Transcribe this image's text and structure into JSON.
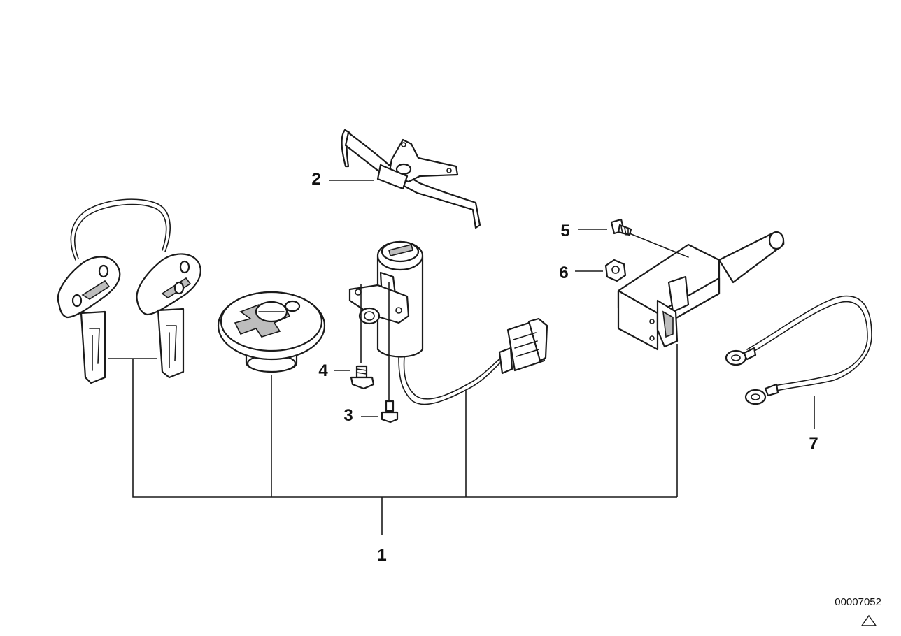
{
  "callouts": {
    "c1": "1",
    "c2": "2",
    "c3": "3",
    "c4": "4",
    "c5": "5",
    "c6": "6",
    "c7": "7"
  },
  "figure_code": "00007052",
  "colors": {
    "line": "#1a1a1a",
    "background": "#ffffff"
  },
  "icons": {
    "corner_mark": "warning-triangle-icon"
  }
}
